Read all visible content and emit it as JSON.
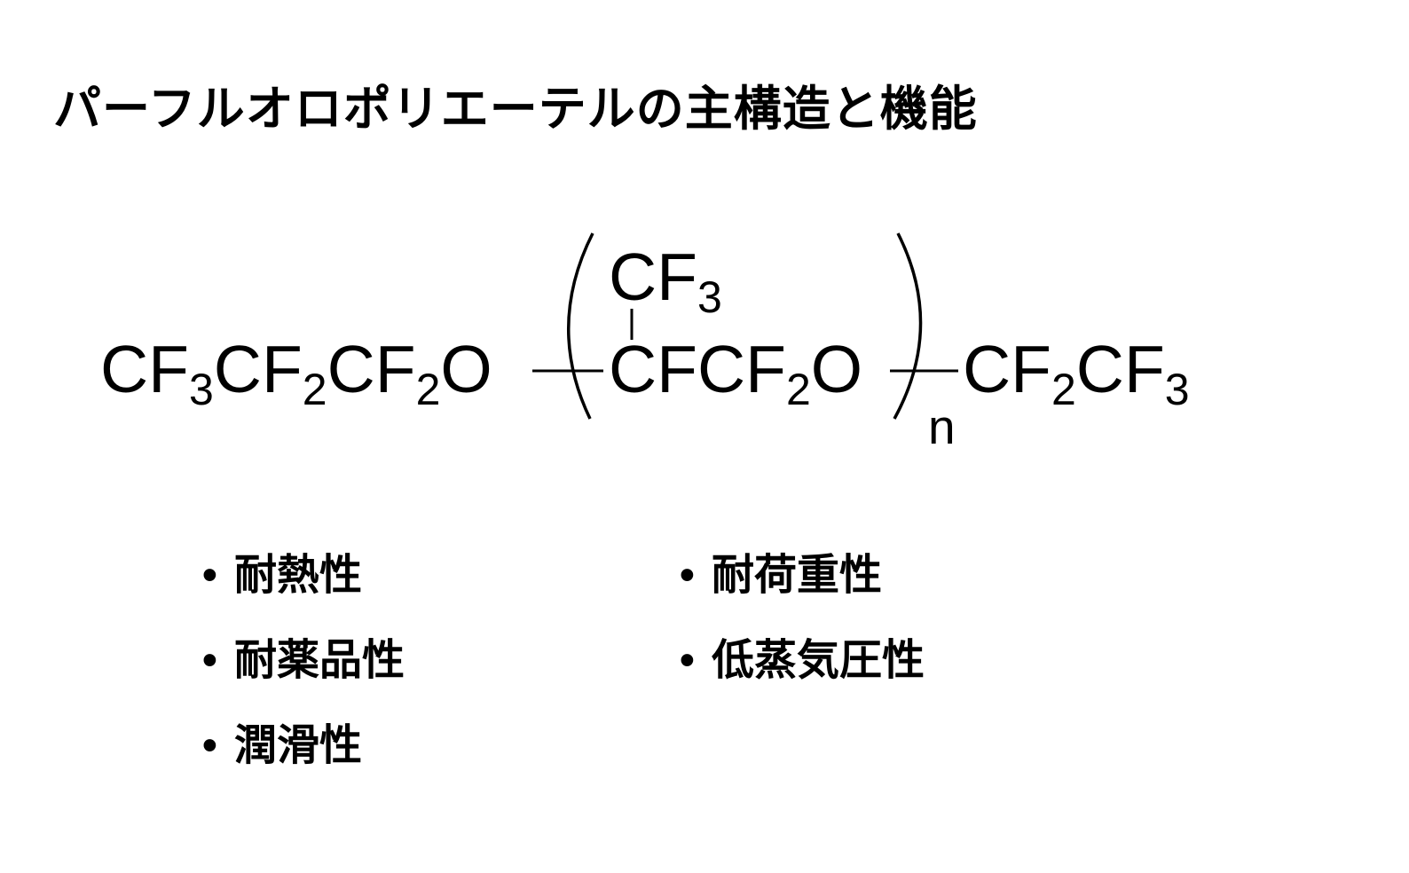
{
  "title": "パーフルオロポリエーテルの主構造と機能",
  "formula": {
    "left": [
      "CF",
      "3",
      "CF",
      "2",
      "CF",
      "2",
      "O"
    ],
    "branch": [
      "CF",
      "3"
    ],
    "repeat": [
      "CFCF",
      "2",
      "O"
    ],
    "n": "n",
    "right": [
      "CF",
      "2",
      "CF",
      "3"
    ]
  },
  "bullet_symbol": "•",
  "functions": {
    "left_column": [
      "耐熱性",
      "耐薬品性",
      "潤滑性"
    ],
    "right_column": [
      "耐荷重性",
      "低蒸気圧性"
    ]
  }
}
